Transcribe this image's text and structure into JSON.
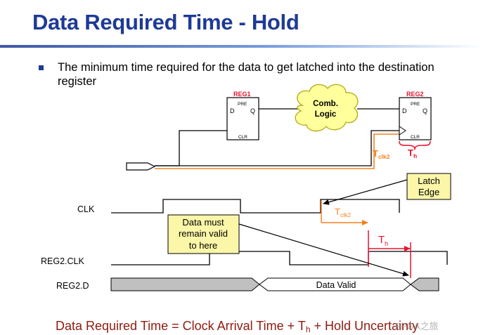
{
  "title": "Data Required Time - Hold",
  "bullet": "The minimum time required for the data to get latched into the destination register",
  "reg1": {
    "name": "REG1",
    "pre": "PRE",
    "d": "D",
    "q": "Q",
    "clr": "CLR"
  },
  "reg2": {
    "name": "REG2",
    "pre": "PRE",
    "d": "D",
    "q": "Q",
    "clr": "CLR"
  },
  "comb_logic": {
    "line1": "Comb.",
    "line2": "Logic"
  },
  "tclk2": {
    "main": "T",
    "sub": "clk2"
  },
  "th": {
    "main": "T",
    "sub": "h"
  },
  "latch_edge": {
    "line1": "Latch",
    "line2": "Edge"
  },
  "data_must": {
    "line1": "Data must",
    "line2": "remain valid",
    "line3": "to here"
  },
  "signals": {
    "clk": "CLK",
    "reg2_clk": "REG2.CLK",
    "reg2_d": "REG2.D"
  },
  "data_valid": "Data Valid",
  "formula": {
    "part1": "Data Required Time = Clock Arrival Time + T",
    "sub": "h",
    "part2": " + Hold Uncertainty"
  },
  "watermark": "FPGA之旅",
  "colors": {
    "title": "#1e3a96",
    "orange": "#f5821f",
    "red": "#e8132e",
    "callout": "#fbf6a8",
    "cloud": "#ffff9c",
    "formula": "#8e1b10",
    "bus": "#c0c0c0"
  }
}
